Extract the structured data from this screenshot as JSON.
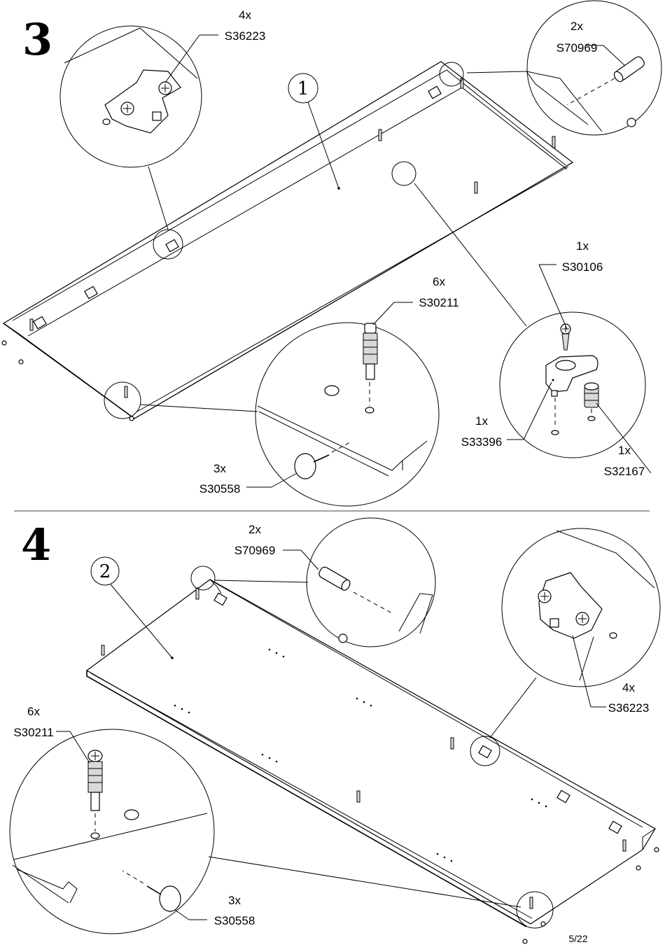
{
  "page_number": "5/22",
  "step3": {
    "step_number": "3",
    "panel_number": "1",
    "callouts": {
      "hinge": {
        "qty": "4x",
        "code": "S36223"
      },
      "dowel": {
        "qty": "2x",
        "code": "S70969"
      },
      "screw": {
        "qty": "1x",
        "code": "S30106"
      },
      "cam_bolt": {
        "qty": "6x",
        "code": "S30211"
      },
      "holder": {
        "qty": "1x",
        "code": "S33396"
      },
      "bumper": {
        "qty": "1x",
        "code": "S32167"
      },
      "nail": {
        "qty": "3x",
        "code": "S30558"
      }
    }
  },
  "step4": {
    "step_number": "4",
    "panel_number": "2",
    "callouts": {
      "dowel": {
        "qty": "2x",
        "code": "S70969"
      },
      "hinge": {
        "qty": "4x",
        "code": "S36223"
      },
      "cam_bolt": {
        "qty": "6x",
        "code": "S30211"
      },
      "nail": {
        "qty": "3x",
        "code": "S30558"
      }
    }
  }
}
